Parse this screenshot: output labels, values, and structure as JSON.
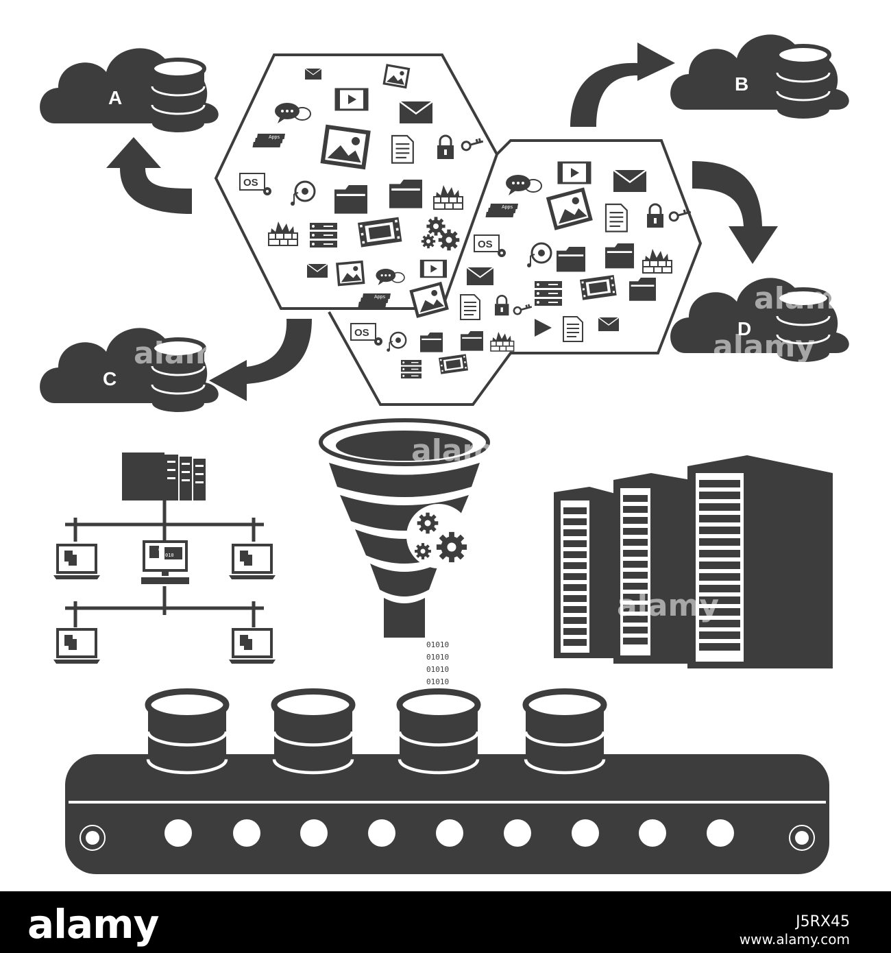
{
  "clouds": {
    "a_label": "A",
    "b_label": "B",
    "c_label": "C",
    "d_label": "D"
  },
  "content_icons": {
    "os_label": "OS",
    "apps_label": "Apps"
  },
  "funnel": {
    "binary_lines": [
      "01010",
      "01010",
      "01010",
      "01010",
      "01010",
      "01010"
    ]
  },
  "laptop_binary": [
    "01",
    "010"
  ],
  "watermark": "alamy",
  "footer": {
    "brand": "alamy",
    "image_id": "J5RX45",
    "site": "www.alamy.com"
  },
  "colors": {
    "icon_fill": "#3d3d3d",
    "background": "#ffffff",
    "footer": "#000000"
  }
}
